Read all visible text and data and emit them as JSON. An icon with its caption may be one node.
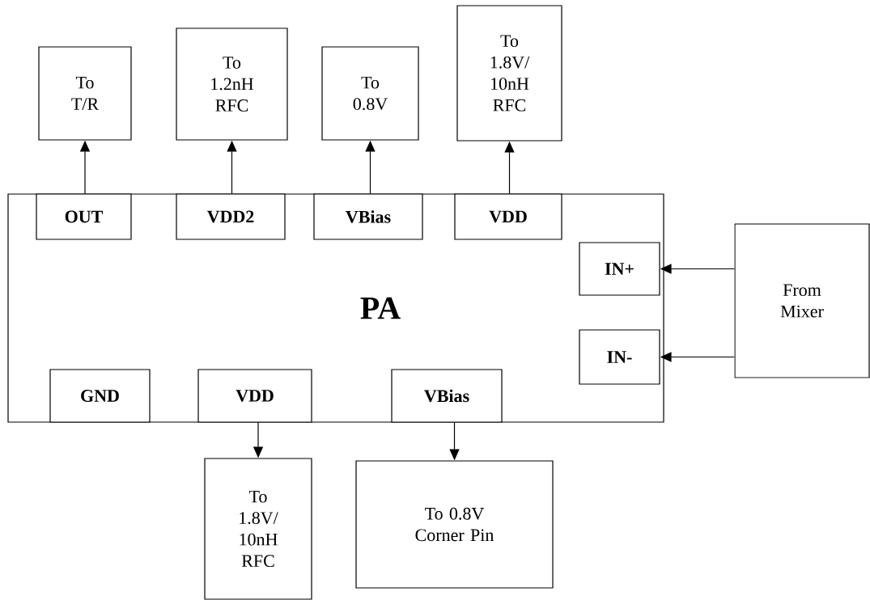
{
  "diagram": {
    "nodes": [
      {
        "text": [
          "PA"
        ]
      },
      {
        "text": [
          "OUT"
        ],
        "in": 0
      },
      {
        "text": [
          "VDD2"
        ],
        "in": 0
      },
      {
        "text": [
          "VBias"
        ],
        "in": 0
      },
      {
        "text": [
          "VDD"
        ],
        "in": 0
      },
      {
        "text": [
          "IN+"
        ],
        "in": 0
      },
      {
        "text": [
          "IN-"
        ],
        "in": 0
      },
      {
        "text": [
          "GND"
        ],
        "in": 0
      },
      {
        "text": [
          "VDD"
        ],
        "in": 0
      },
      {
        "text": [
          "VBias"
        ],
        "in": 0
      },
      {
        "text": [
          "To T/R"
        ]
      },
      {
        "text": [
          "To 1.2nH RFC"
        ]
      },
      {
        "text": [
          "To 0.8V"
        ]
      },
      {
        "text": [
          "To 1.8V/ 10nH RFC"
        ]
      },
      {
        "text": [
          "From Mixer"
        ]
      },
      {
        "text": [
          "To 1.8V/ 10nH RFC"
        ]
      },
      {
        "text": [
          "To 0.8V Corner Pin"
        ]
      }
    ],
    "edges": [
      {
        "from": 1,
        "to": 10,
        "arrow": "to"
      },
      {
        "from": 2,
        "to": 11,
        "arrow": "to"
      },
      {
        "from": 3,
        "to": 12,
        "arrow": "to"
      },
      {
        "from": 4,
        "to": 13,
        "arrow": "to"
      },
      {
        "from": 14,
        "to": 5,
        "arrow": "to"
      },
      {
        "from": 14,
        "to": 6,
        "arrow": "to"
      },
      {
        "from": 8,
        "to": 15,
        "arrow": "to"
      },
      {
        "from": 9,
        "to": 16,
        "arrow": "to"
      }
    ]
  }
}
